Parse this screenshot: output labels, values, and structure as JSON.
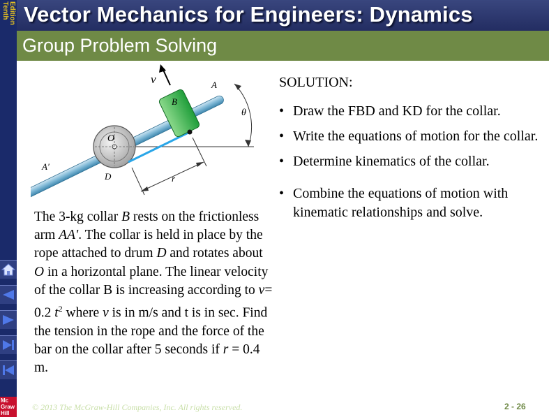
{
  "edition": [
    "Tenth",
    "Edition"
  ],
  "header": {
    "title": "Vector Mechanics for Engineers: Dynamics",
    "subtitle": "Group Problem Solving"
  },
  "nav": {
    "buttons": [
      "home-icon",
      "previous-icon",
      "next-icon",
      "last-icon",
      "first-icon"
    ]
  },
  "logo": [
    "Mc",
    "Graw",
    "Hill"
  ],
  "diagram": {
    "labels": {
      "v": "v",
      "A": "A",
      "B": "B",
      "theta": "θ",
      "O": "O",
      "A_prime": "A′",
      "D": "D",
      "r": "r"
    }
  },
  "problem": {
    "intro": "The 3-kg collar ",
    "collar_var": "B",
    "t2": " rests on the frictionless arm ",
    "arm_var": "AA'",
    "t3": ". The collar is held in place by the rope attached to drum ",
    "drum_var": "D",
    "t4": " and rotates about ",
    "point_var": "O",
    "t5": " in a horizontal plane.  The linear velocity of the collar B is increasing according to ",
    "v_var": "v",
    "t6": "= 0.2 ",
    "t_var": "t",
    "exp": "2",
    "t7": "  where ",
    "v_var2": "v",
    "t8": " is in m/s and t is in sec.  Find the tension in the rope and the force of the bar on the collar after 5 seconds if ",
    "r_var": "r",
    "t9": " = 0.4 m."
  },
  "solution": {
    "heading": "SOLUTION:",
    "steps": [
      "Draw the FBD and KD for the collar.",
      "Write the equations of motion for the collar.",
      "Determine kinematics of the collar.",
      "Combine the equations of motion with kinematic relationships and solve."
    ]
  },
  "footer": {
    "copyright": "© 2013 The McGraw-Hill Companies, Inc. All rights reserved.",
    "page": "2 - 26"
  }
}
